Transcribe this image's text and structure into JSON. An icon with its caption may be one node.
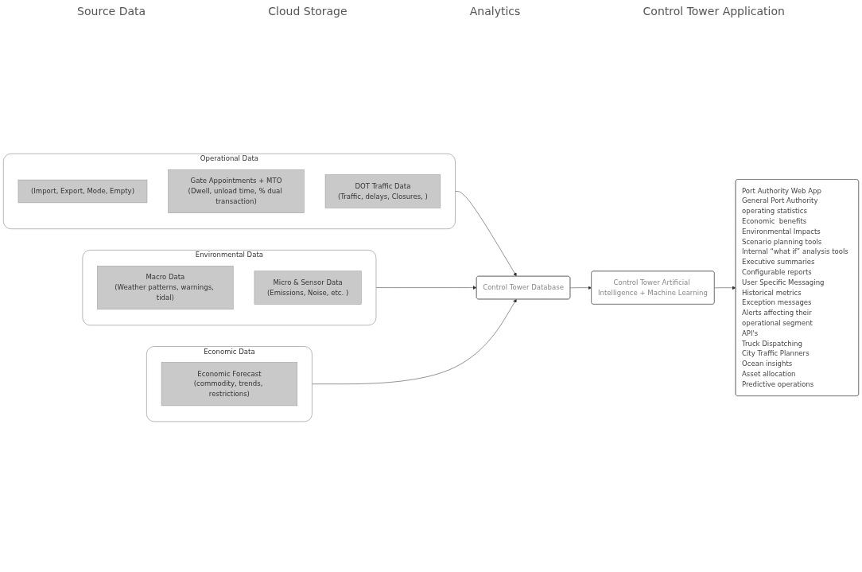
{
  "diagram": {
    "nodes": [
      {
        "text": [
          "Operational Data"
        ]
      },
      {
        "text": [
          "(Import, Export, Mode, Empty)"
        ],
        "in": 0
      },
      {
        "text": [
          "Gate Appointments + MTO",
          "(Dwell, unload time, % dual transaction)"
        ],
        "in": 0
      },
      {
        "text": [
          "DOT Traffic Data",
          "(Traffic, delays, Closures, )"
        ],
        "in": 0
      },
      {
        "text": [
          "Environmental Data"
        ]
      },
      {
        "text": [
          "Macro Data",
          "(Weather patterns, warnings, tidal)"
        ],
        "in": 4
      },
      {
        "text": [
          "Micro & Sensor Data",
          "(Emissions, Noise, etc. )"
        ],
        "in": 4
      },
      {
        "text": [
          "Economic Data"
        ]
      },
      {
        "text": [
          "Economic Forecast",
          "(commodity, trends, restrictions)"
        ],
        "in": 7
      },
      {
        "text": [
          "Control Tower Database"
        ]
      },
      {
        "text": [
          "Control Tower Artificial Intelligence + Machine Learning"
        ]
      },
      {
        "text": [
          "Port Authority Web App",
          "General Port Authority operating statistics",
          "Economic  benefits",
          "Environmental Impacts",
          "Scenario planning tools",
          "Internal “what if” analysis tools",
          "Executive summaries",
          "Configurable reports",
          "User Specific Messaging",
          "Historical metrics",
          "Exception messages",
          "Alerts affecting their operational segment",
          "API's",
          "Truck Dispatching",
          "City Traffic Planners",
          "Ocean insights",
          "Asset allocation",
          "Predictive operations"
        ]
      }
    ],
    "edges": [
      {
        "from": 0,
        "to": 9,
        "arrow": "to"
      },
      {
        "from": 4,
        "to": 9,
        "arrow": "to"
      },
      {
        "from": 7,
        "to": 9,
        "arrow": "to"
      },
      {
        "from": 9,
        "to": 10,
        "arrow": "to"
      },
      {
        "from": 10,
        "to": 11,
        "arrow": "to"
      }
    ],
    "labels": [
      "Source Data",
      "Cloud Storage",
      "Analytics",
      "Control Tower Application"
    ]
  }
}
